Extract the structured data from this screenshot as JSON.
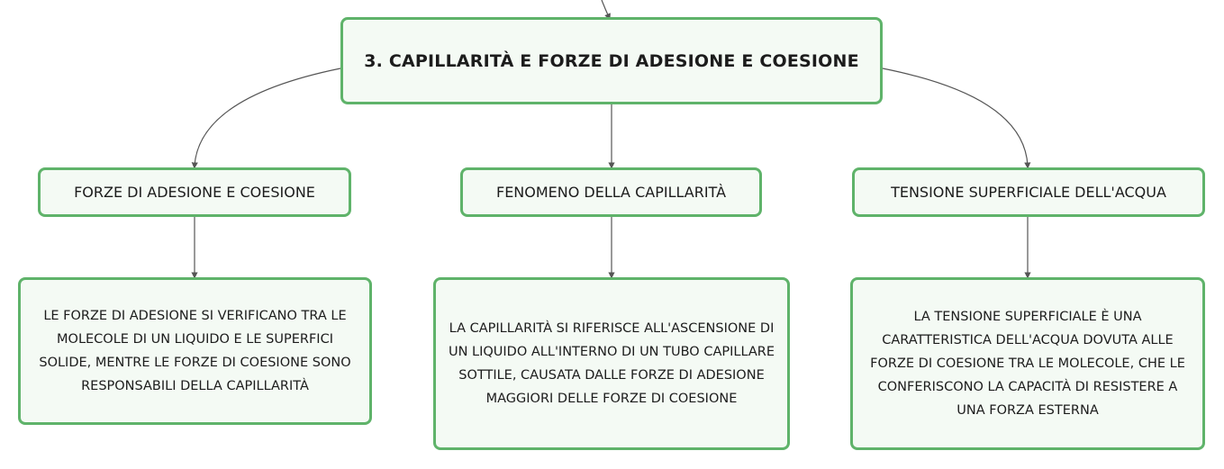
{
  "colors": {
    "node_border": "#5fb36a",
    "node_fill": "#f4faf4",
    "connector": "#555555"
  },
  "root": {
    "label": "3. CAPILLARITÀ E FORZE DI ADESIONE E COESIONE"
  },
  "branches": [
    {
      "topic": "FORZE DI ADESIONE E COESIONE",
      "detail": "LE FORZE DI ADESIONE SI VERIFICANO TRA LE MOLECOLE DI UN LIQUIDO E LE SUPERFICI SOLIDE, MENTRE LE FORZE DI COESIONE SONO RESPONSABILI DELLA CAPILLARITÀ"
    },
    {
      "topic": "FENOMENO DELLA CAPILLARITÀ",
      "detail": "LA CAPILLARITÀ SI RIFERISCE ALL'ASCENSIONE DI UN LIQUIDO ALL'INTERNO DI UN TUBO CAPILLARE SOTTILE, CAUSATA DALLE FORZE DI ADESIONE MAGGIORI DELLE FORZE DI COESIONE"
    },
    {
      "topic": "TENSIONE SUPERFICIALE DELL'ACQUA",
      "detail": "LA TENSIONE SUPERFICIALE È UNA CARATTERISTICA DELL'ACQUA DOVUTA ALLE FORZE DI COESIONE TRA LE MOLECOLE, CHE LE CONFERISCONO LA CAPACITÀ DI RESISTERE A UNA FORZA ESTERNA"
    }
  ]
}
